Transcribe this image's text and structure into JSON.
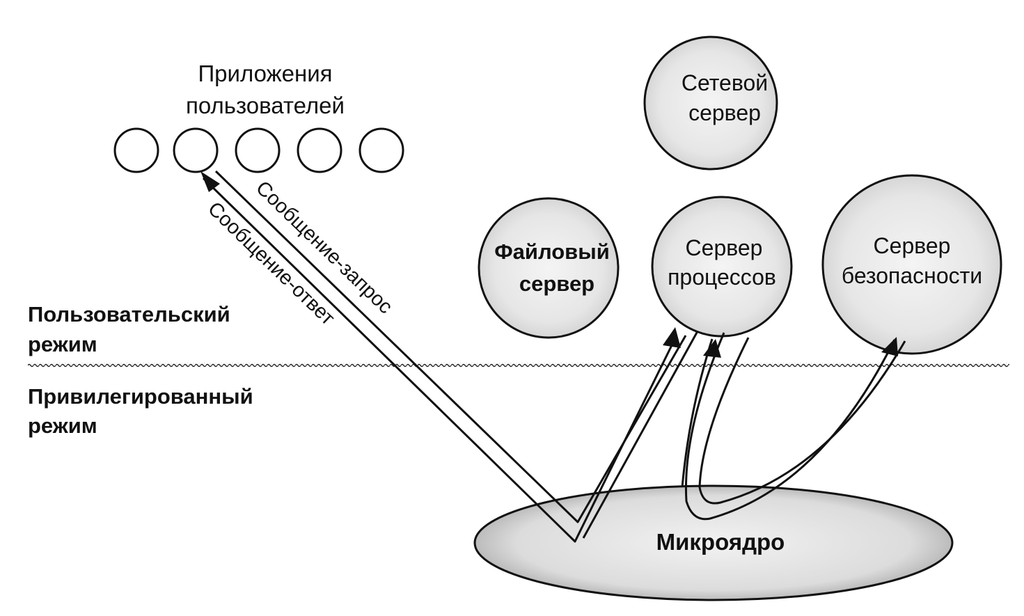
{
  "user_apps": {
    "title_line1": "Приложения",
    "title_line2": "пользователей"
  },
  "servers": {
    "network": {
      "line1": "Сетевой",
      "line2": "сервер"
    },
    "file": {
      "line1": "Файловый",
      "line2": "сервер"
    },
    "process": {
      "line1": "Сервер",
      "line2": "процессов"
    },
    "security": {
      "line1": "Сервер",
      "line2": "безопасности"
    }
  },
  "modes": {
    "user_line1": "Пользовательский",
    "user_line2": "режим",
    "privileged_line1": "Привилегированный",
    "privileged_line2": "режим"
  },
  "messages": {
    "request": "Сообщение-запрос",
    "response": "Сообщение-ответ"
  },
  "kernel": {
    "label": "Микроядро"
  },
  "colors": {
    "ink": "#111111",
    "shade": "#e2e2e2",
    "kernel_shade": "#d4d4d4",
    "background": "#ffffff"
  }
}
